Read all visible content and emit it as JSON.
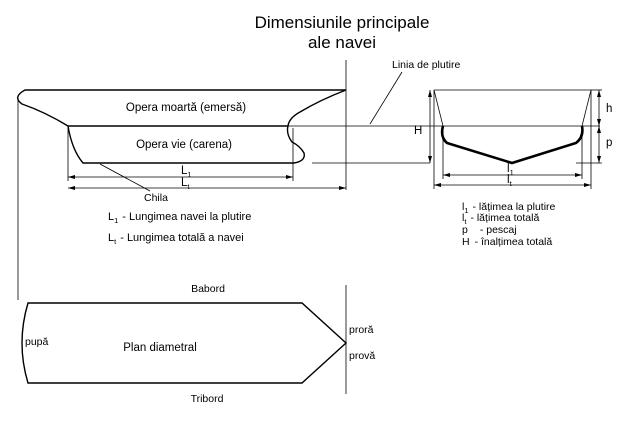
{
  "title": {
    "line1": "Dimensiunile principale",
    "line2": "ale navei"
  },
  "side_view": {
    "waterline_label": "Linia de plutire",
    "upper_label": "Opera moartă (emersă)",
    "lower_label": "Opera vie (carena)",
    "keel_label": "Chila",
    "l1_letter": "L",
    "l1_sub": "1",
    "lt_letter": "L",
    "lt_sub": "t"
  },
  "section_view": {
    "h_label": "H",
    "h_small_label": "h",
    "p_label": "p",
    "l1_letter": "l",
    "l1_sub": "1",
    "lt_letter": "l",
    "lt_sub": "t"
  },
  "legend_left": [
    {
      "letter": "L",
      "sub": "1",
      "text": "- Lungimea navei la plutire"
    },
    {
      "letter": "L",
      "sub": "t",
      "text": "- Lungimea totală a navei"
    }
  ],
  "legend_right": [
    {
      "letter": "l",
      "sub": "1",
      "text": "- lățimea la plutire"
    },
    {
      "letter": "l",
      "sub": "t",
      "text": "- lățimea totală"
    },
    {
      "letter": "p",
      "sub": "",
      "text": "- pescaj"
    },
    {
      "letter": "H",
      "sub": "",
      "text": "- înalțimea totală"
    }
  ],
  "plan_view": {
    "top_label": "Babord",
    "bottom_label": "Tribord",
    "stern_label": "pupă",
    "center_label": "Plan diametral",
    "bow_top_label": "proră",
    "bow_bottom_label": "provă"
  }
}
